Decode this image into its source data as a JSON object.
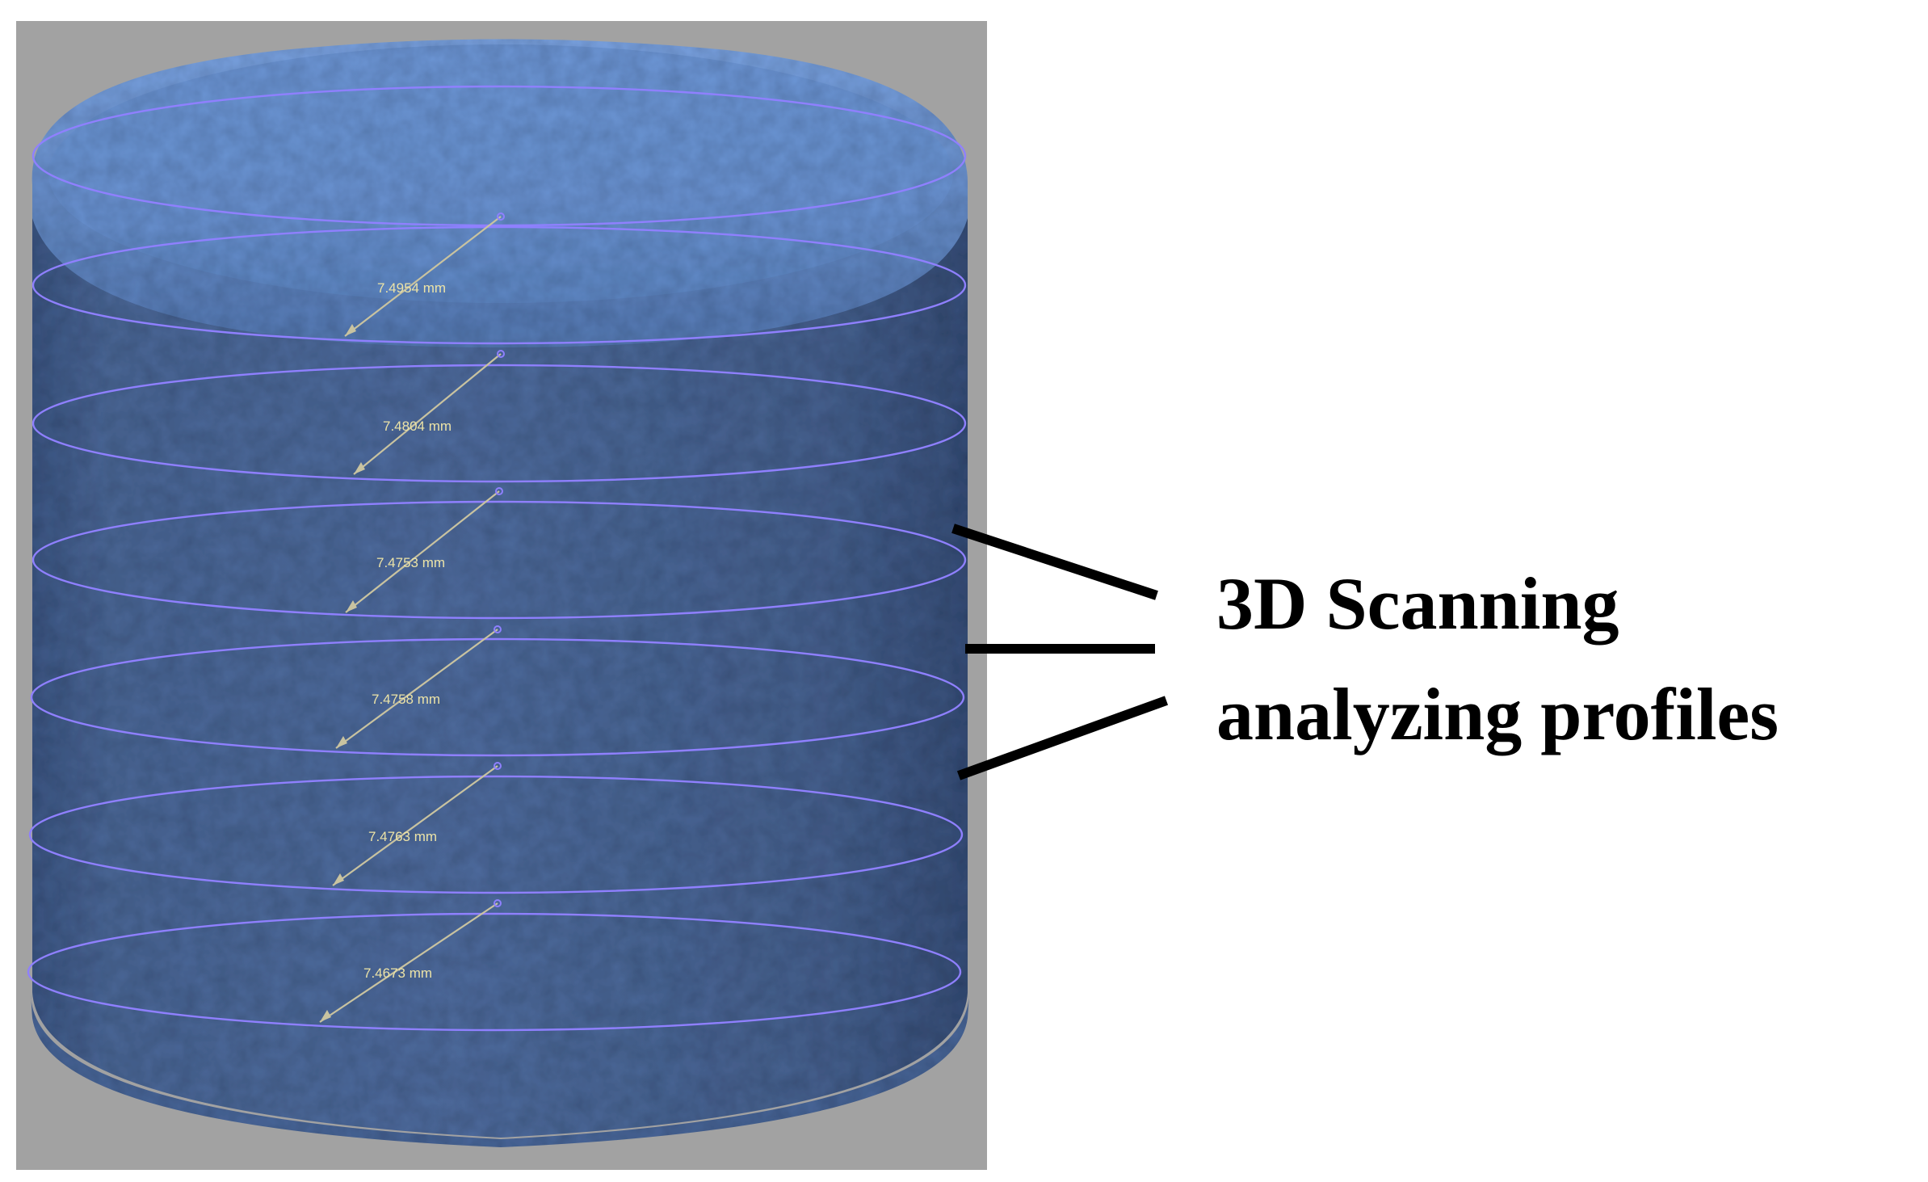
{
  "caption": {
    "line1": "3D Scanning",
    "line2": "analyzing profiles"
  },
  "measurements": [
    {
      "value": "7.4954 mm"
    },
    {
      "value": "7.4804 mm"
    },
    {
      "value": "7.4753 mm"
    },
    {
      "value": "7.4758 mm"
    },
    {
      "value": "7.4763 mm"
    },
    {
      "value": "7.4673 mm"
    }
  ],
  "colors": {
    "viewport": "#a2a2a2",
    "scan_surface": "#5579b3",
    "profile_ring": "#8f80ff",
    "measurement_text": "#ece3a7",
    "callout": "#000000"
  }
}
